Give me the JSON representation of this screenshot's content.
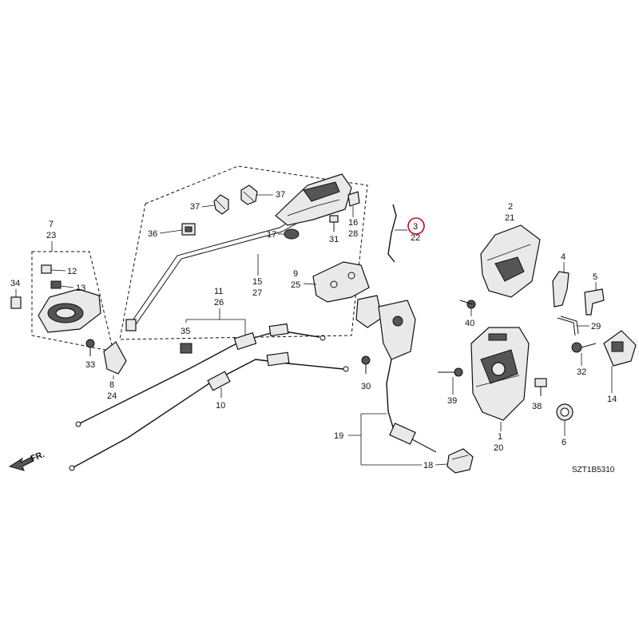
{
  "labels": {
    "c1": "1",
    "c20": "20",
    "c2": "2",
    "c21": "21",
    "c3": "3",
    "c22": "22",
    "c4": "4",
    "c5": "5",
    "c6": "6",
    "c7": "7",
    "c23": "23",
    "c8": "8",
    "c24": "24",
    "c9": "9",
    "c25": "25",
    "c10": "10",
    "c11": "11",
    "c26": "26",
    "c12": "12",
    "c13": "13",
    "c14": "14",
    "c15": "15",
    "c27": "27",
    "c16": "16",
    "c28": "28",
    "c17": "17",
    "c18": "18",
    "c19": "19",
    "c29": "29",
    "c30": "30",
    "c31": "31",
    "c32": "32",
    "c33": "33",
    "c34": "34",
    "c35": "35",
    "c36": "36",
    "c37a": "37",
    "c37b": "37",
    "c38": "38",
    "c39": "39",
    "c40": "40"
  },
  "direction": "FR.",
  "diagram_code": "SZT1B5310",
  "highlight_color": "#d0021b"
}
